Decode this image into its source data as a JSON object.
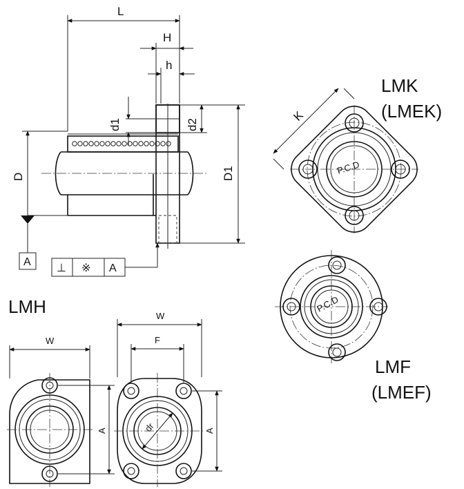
{
  "dimensions": {
    "L": "L",
    "H": "H",
    "h": "h",
    "d1": "d1",
    "d2": "d2",
    "D": "D",
    "D1": "D1",
    "K": "K",
    "W": "W",
    "F": "F",
    "A": "A",
    "dr": "dr",
    "PCD": "P.C.D"
  },
  "datum": {
    "label": "A",
    "frame_symbol": "⊥",
    "frame_tolerance": "※",
    "frame_datum": "A"
  },
  "type_labels": {
    "lmk": "LMK",
    "lmek": "(LMEK)",
    "lmh": "LMH",
    "lmf": "LMF",
    "lmef": "(LMEF)"
  },
  "colors": {
    "line": "#111111",
    "background": "#ffffff"
  }
}
